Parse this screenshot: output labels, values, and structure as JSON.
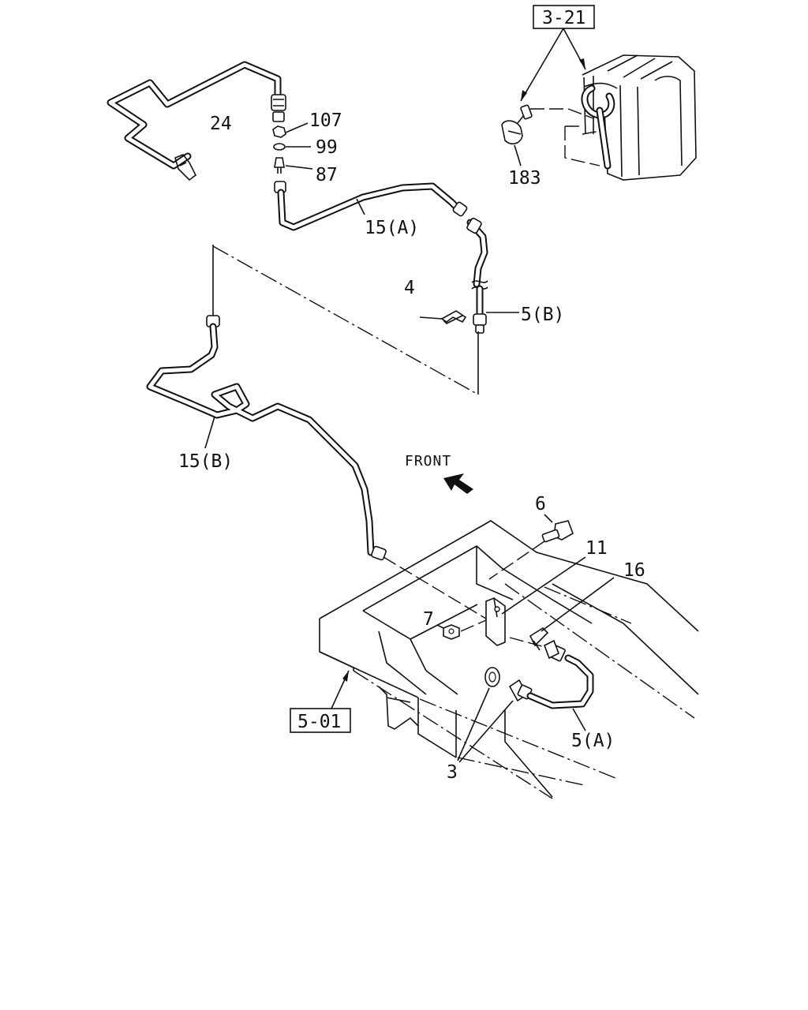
{
  "labels": {
    "ref_3_21": "3-21",
    "ref_5_01": "5-01",
    "p24": "24",
    "p107": "107",
    "p99": "99",
    "p87": "87",
    "p183": "183",
    "p15a": "15(A)",
    "p4": "4",
    "p5b": "5(B)",
    "p15b": "15(B)",
    "front": "FRONT",
    "p6": "6",
    "p11": "11",
    "p16": "16",
    "p7": "7",
    "p5a": "5(A)",
    "p3": "3"
  },
  "icons": {
    "front_arrow": "arrow-up-left-icon"
  }
}
